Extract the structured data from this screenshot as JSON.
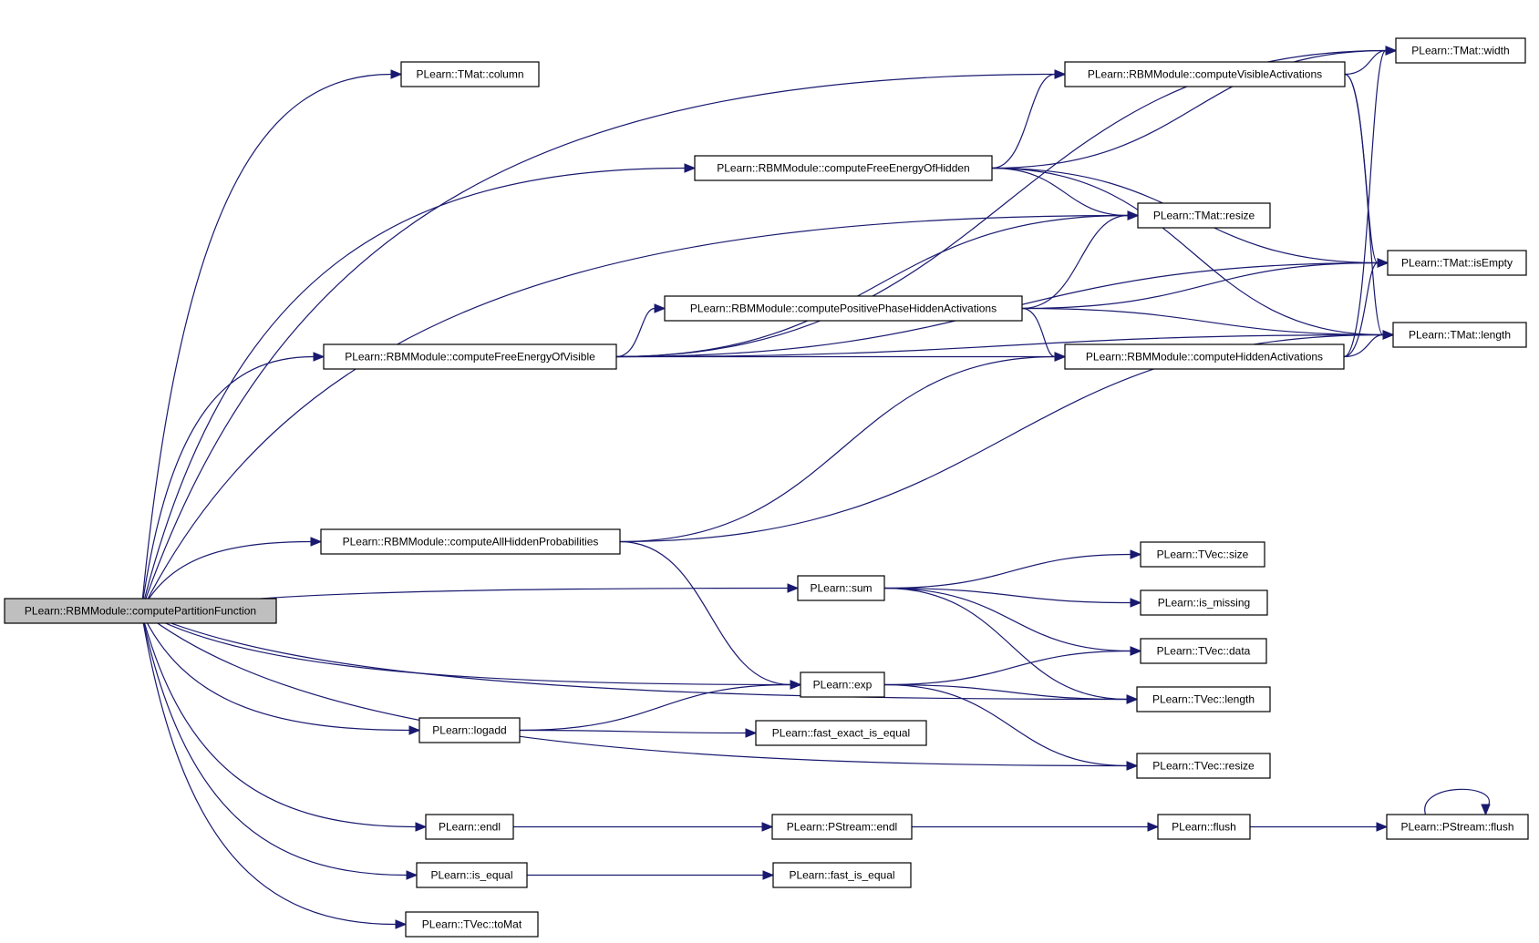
{
  "graph": {
    "root": "PLearn::RBMModule::computePartitionFunction",
    "nodes": [
      "PLearn::RBMModule::computePartitionFunction",
      "PLearn::TMat::column",
      "PLearn::RBMModule::computeVisibleActivations",
      "PLearn::TMat::width",
      "PLearn::RBMModule::computeFreeEnergyOfHidden",
      "PLearn::TMat::resize",
      "PLearn::TMat::isEmpty",
      "PLearn::RBMModule::computePositivePhaseHiddenActivations",
      "PLearn::TMat::length",
      "PLearn::RBMModule::computeFreeEnergyOfVisible",
      "PLearn::RBMModule::computeHiddenActivations",
      "PLearn::RBMModule::computeAllHiddenProbabilities",
      "PLearn::TVec::size",
      "PLearn::sum",
      "PLearn::is_missing",
      "PLearn::TVec::data",
      "PLearn::exp",
      "PLearn::TVec::length",
      "PLearn::logadd",
      "PLearn::fast_exact_is_equal",
      "PLearn::TVec::resize",
      "PLearn::endl",
      "PLearn::PStream::endl",
      "PLearn::flush",
      "PLearn::PStream::flush",
      "PLearn::is_equal",
      "PLearn::fast_is_equal",
      "PLearn::TVec::toMat"
    ],
    "edges": [
      [
        "PLearn::RBMModule::computePartitionFunction",
        "PLearn::TMat::column"
      ],
      [
        "PLearn::RBMModule::computePartitionFunction",
        "PLearn::RBMModule::computeVisibleActivations"
      ],
      [
        "PLearn::RBMModule::computePartitionFunction",
        "PLearn::RBMModule::computeFreeEnergyOfHidden"
      ],
      [
        "PLearn::RBMModule::computePartitionFunction",
        "PLearn::TMat::resize"
      ],
      [
        "PLearn::RBMModule::computePartitionFunction",
        "PLearn::RBMModule::computeFreeEnergyOfVisible"
      ],
      [
        "PLearn::RBMModule::computePartitionFunction",
        "PLearn::RBMModule::computeAllHiddenProbabilities"
      ],
      [
        "PLearn::RBMModule::computePartitionFunction",
        "PLearn::sum"
      ],
      [
        "PLearn::RBMModule::computePartitionFunction",
        "PLearn::TVec::length"
      ],
      [
        "PLearn::RBMModule::computePartitionFunction",
        "PLearn::exp"
      ],
      [
        "PLearn::RBMModule::computePartitionFunction",
        "PLearn::logadd"
      ],
      [
        "PLearn::RBMModule::computePartitionFunction",
        "PLearn::TVec::resize"
      ],
      [
        "PLearn::RBMModule::computePartitionFunction",
        "PLearn::endl"
      ],
      [
        "PLearn::RBMModule::computePartitionFunction",
        "PLearn::is_equal"
      ],
      [
        "PLearn::RBMModule::computePartitionFunction",
        "PLearn::TVec::toMat"
      ],
      [
        "PLearn::RBMModule::computeVisibleActivations",
        "PLearn::TMat::width"
      ],
      [
        "PLearn::RBMModule::computeVisibleActivations",
        "PLearn::TMat::isEmpty"
      ],
      [
        "PLearn::RBMModule::computeVisibleActivations",
        "PLearn::TMat::length"
      ],
      [
        "PLearn::RBMModule::computeFreeEnergyOfHidden",
        "PLearn::TMat::width"
      ],
      [
        "PLearn::RBMModule::computeFreeEnergyOfHidden",
        "PLearn::RBMModule::computeVisibleActivations"
      ],
      [
        "PLearn::RBMModule::computeFreeEnergyOfHidden",
        "PLearn::TMat::resize"
      ],
      [
        "PLearn::RBMModule::computeFreeEnergyOfHidden",
        "PLearn::TMat::isEmpty"
      ],
      [
        "PLearn::RBMModule::computeFreeEnergyOfHidden",
        "PLearn::TMat::length"
      ],
      [
        "PLearn::RBMModule::computePositivePhaseHiddenActivations",
        "PLearn::TMat::resize"
      ],
      [
        "PLearn::RBMModule::computePositivePhaseHiddenActivations",
        "PLearn::TMat::isEmpty"
      ],
      [
        "PLearn::RBMModule::computePositivePhaseHiddenActivations",
        "PLearn::TMat::length"
      ],
      [
        "PLearn::RBMModule::computePositivePhaseHiddenActivations",
        "PLearn::RBMModule::computeHiddenActivations"
      ],
      [
        "PLearn::RBMModule::computeHiddenActivations",
        "PLearn::TMat::width"
      ],
      [
        "PLearn::RBMModule::computeHiddenActivations",
        "PLearn::TMat::isEmpty"
      ],
      [
        "PLearn::RBMModule::computeHiddenActivations",
        "PLearn::TMat::length"
      ],
      [
        "PLearn::RBMModule::computeFreeEnergyOfVisible",
        "PLearn::TMat::width"
      ],
      [
        "PLearn::RBMModule::computeFreeEnergyOfVisible",
        "PLearn::TMat::resize"
      ],
      [
        "PLearn::RBMModule::computeFreeEnergyOfVisible",
        "PLearn::RBMModule::computePositivePhaseHiddenActivations"
      ],
      [
        "PLearn::RBMModule::computeFreeEnergyOfVisible",
        "PLearn::RBMModule::computeHiddenActivations"
      ],
      [
        "PLearn::RBMModule::computeFreeEnergyOfVisible",
        "PLearn::TMat::isEmpty"
      ],
      [
        "PLearn::RBMModule::computeFreeEnergyOfVisible",
        "PLearn::TMat::length"
      ],
      [
        "PLearn::RBMModule::computeAllHiddenProbabilities",
        "PLearn::RBMModule::computeHiddenActivations"
      ],
      [
        "PLearn::RBMModule::computeAllHiddenProbabilities",
        "PLearn::TMat::length"
      ],
      [
        "PLearn::RBMModule::computeAllHiddenProbabilities",
        "PLearn::exp"
      ],
      [
        "PLearn::sum",
        "PLearn::TVec::size"
      ],
      [
        "PLearn::sum",
        "PLearn::is_missing"
      ],
      [
        "PLearn::sum",
        "PLearn::TVec::data"
      ],
      [
        "PLearn::sum",
        "PLearn::TVec::length"
      ],
      [
        "PLearn::exp",
        "PLearn::TVec::data"
      ],
      [
        "PLearn::exp",
        "PLearn::TVec::length"
      ],
      [
        "PLearn::exp",
        "PLearn::TVec::resize"
      ],
      [
        "PLearn::logadd",
        "PLearn::exp"
      ],
      [
        "PLearn::logadd",
        "PLearn::fast_exact_is_equal"
      ],
      [
        "PLearn::endl",
        "PLearn::PStream::endl"
      ],
      [
        "PLearn::PStream::endl",
        "PLearn::flush"
      ],
      [
        "PLearn::flush",
        "PLearn::PStream::flush"
      ],
      [
        "PLearn::PStream::flush",
        "PLearn::PStream::flush"
      ],
      [
        "PLearn::is_equal",
        "PLearn::fast_is_equal"
      ]
    ]
  },
  "colors": {
    "edge": "#191970",
    "root_fill": "#bfbfbf",
    "node_fill": "#ffffff",
    "node_border": "#000000"
  }
}
